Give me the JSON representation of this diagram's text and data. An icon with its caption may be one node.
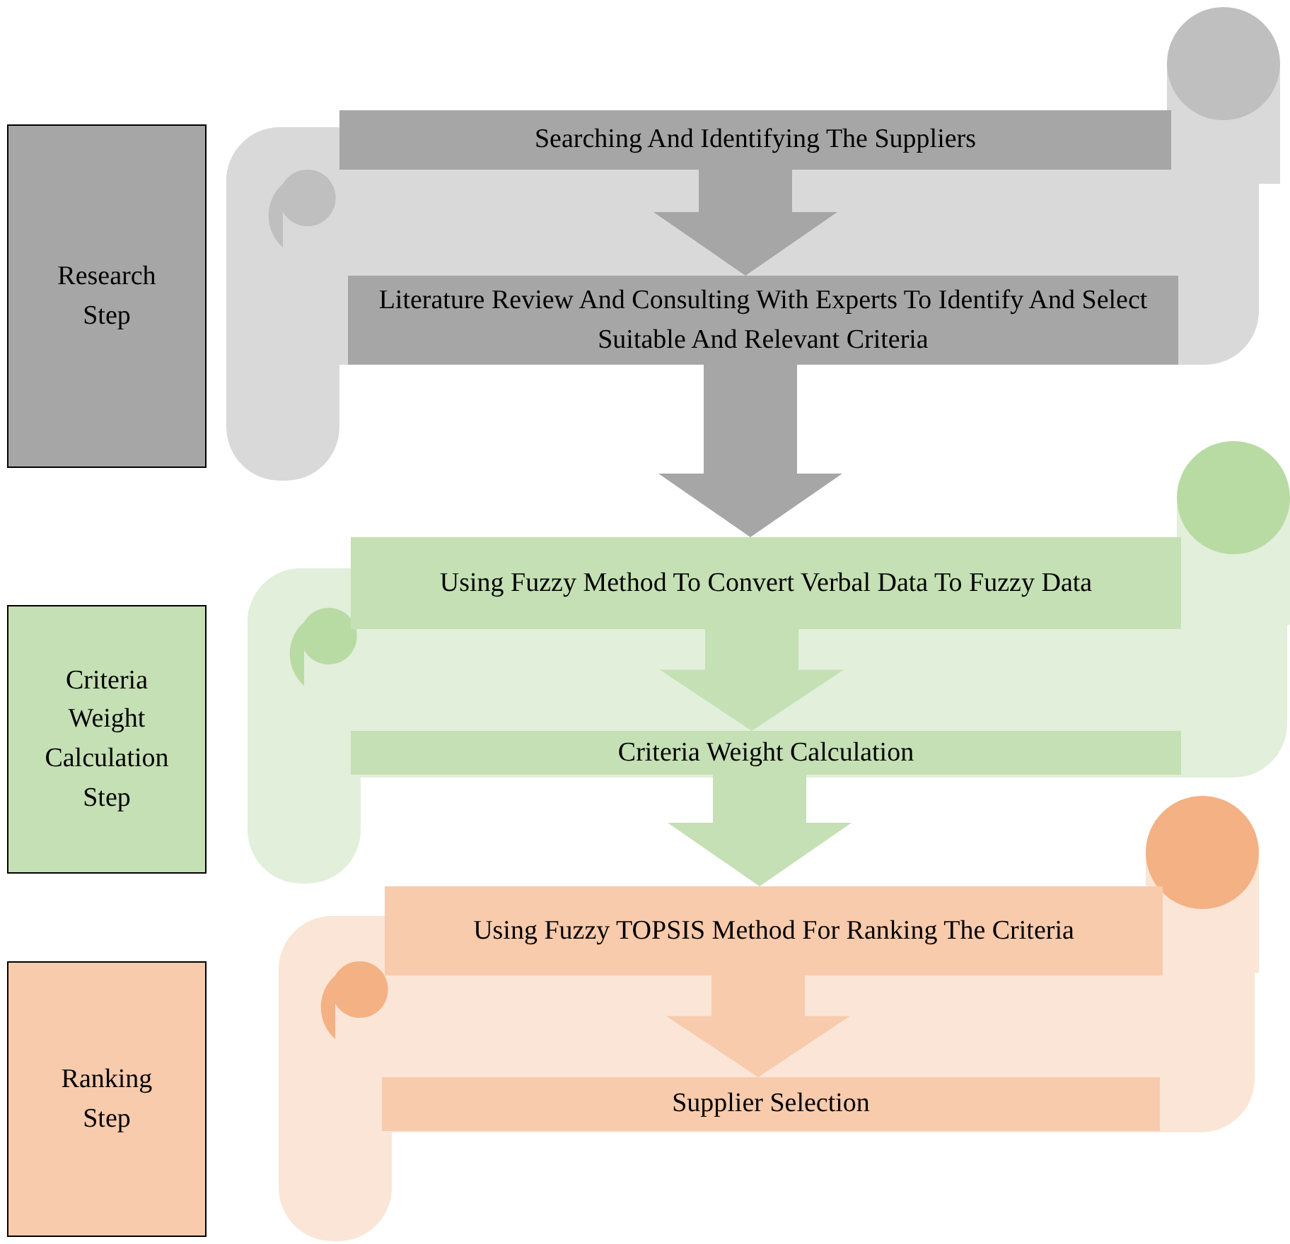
{
  "diagram": {
    "nodes": [
      {
        "text": [
          "Research Step"
        ]
      },
      {
        "text": [
          "Criteria Weight Calculation Step"
        ]
      },
      {
        "text": [
          "Ranking Step"
        ]
      },
      {
        "text": [
          "Searching And Identifying The Suppliers"
        ]
      },
      {
        "text": [
          "Literature Review And Consulting With Experts To Identify And Select Suitable And Relevant Criteria"
        ]
      },
      {
        "text": [
          "Using Fuzzy Method To Convert Verbal Data To Fuzzy Data"
        ]
      },
      {
        "text": [
          "Criteria Weight Calculation"
        ]
      },
      {
        "text": [
          "Using Fuzzy TOPSIS Method For Ranking The Criteria"
        ]
      },
      {
        "text": [
          "Supplier Selection"
        ]
      }
    ],
    "edges": [
      {
        "from": 3,
        "to": 4,
        "arrow": "to",
        "style": "thick",
        "color": "#a6a6a6"
      },
      {
        "from": 4,
        "to": 5,
        "arrow": "to",
        "style": "thick",
        "color": "#a6a6a6"
      },
      {
        "from": 5,
        "to": 6,
        "arrow": "to",
        "style": "thick",
        "color": "#c5e0b4"
      },
      {
        "from": 6,
        "to": 7,
        "arrow": "to",
        "style": "thick",
        "color": "#c5e0b4"
      },
      {
        "from": 7,
        "to": 8,
        "arrow": "to",
        "style": "thick",
        "color": "#f8cbad"
      }
    ]
  }
}
